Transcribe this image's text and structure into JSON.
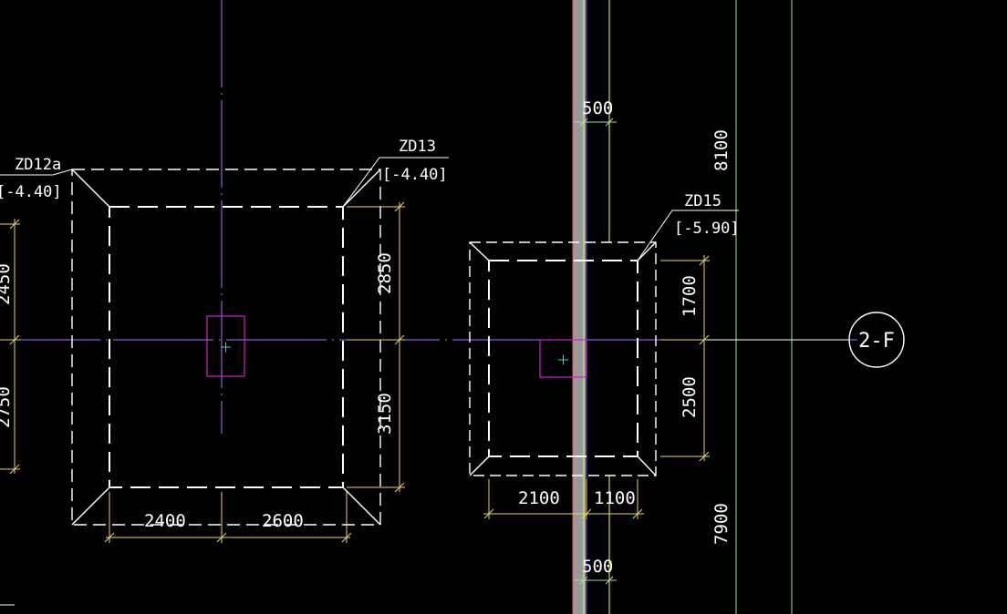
{
  "drawing": {
    "colors": {
      "background": "#000000",
      "foundation_outline": "#ffffff",
      "dimension_line": "#e8d27a",
      "grid_axis": "#b070ff",
      "column": "#d020d0",
      "column_center": "#40d0d0",
      "wall_fill": "#9a9a9a",
      "wall_edge_red": "#ff5050",
      "wall_edge_yellow": "#f0f040",
      "wall_edge_blue": "#6060ff",
      "vertical_line_green": "#a0e0a0",
      "vertical_line_yellow": "#ffff40",
      "axis_bubble": "#ffffff"
    },
    "foundations": [
      {
        "id": "ZD12a",
        "label": "ZD12a",
        "elevation": "[-4.40]"
      },
      {
        "id": "ZD13",
        "label": "ZD13",
        "elevation": "[-4.40]"
      },
      {
        "id": "ZD15",
        "label": "ZD15",
        "elevation": "[-5.90]"
      }
    ],
    "dimensions": {
      "zd13_bottom_left": "2400",
      "zd13_bottom_right": "2600",
      "zd13_right_upper": "2850",
      "zd13_right_lower": "3150",
      "zd12a_upper": "2450",
      "zd12a_lower": "2750",
      "zd15_bottom_left": "2100",
      "zd15_bottom_right": "1100",
      "zd15_right_upper": "1700",
      "zd15_right_lower": "2500",
      "wall_top": "500",
      "wall_bottom": "500",
      "far_right_upper": "8100",
      "far_right_lower": "7900"
    },
    "axis_bubble": {
      "label": "2-F"
    }
  }
}
